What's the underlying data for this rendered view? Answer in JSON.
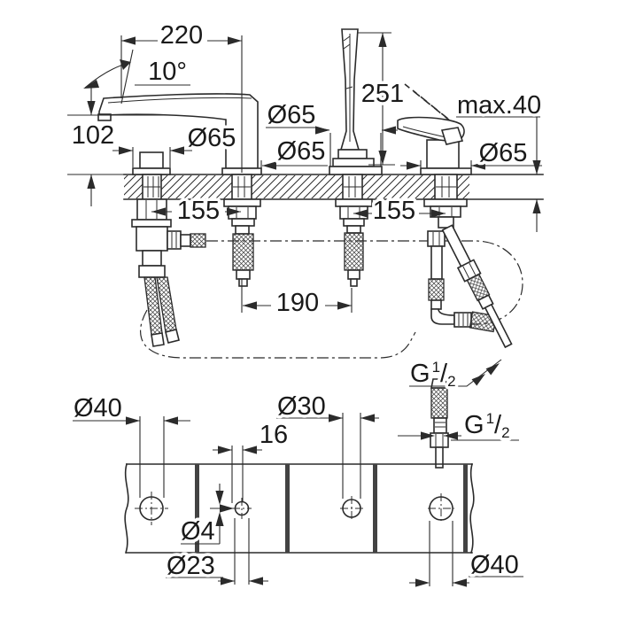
{
  "title": "Bath mixer installation dimension drawing",
  "colors": {
    "background": "#ffffff",
    "line": "#2b2b2b",
    "text": "#1a1a1a"
  },
  "elevation": {
    "spout_reach": "220",
    "spout_angle": "10°",
    "spout_height": "102",
    "handshower_height": "251",
    "deck_thickness": "max.40",
    "escutcheon_valve": "Ø65",
    "escutcheon_handshower": "Ø65",
    "escutcheon_spout": "Ø65",
    "escutcheon_mixer": "Ø65",
    "spacing_valve_spout": "155",
    "spacing_spout_handshower": "190",
    "spacing_handshower_mixer": "155"
  },
  "threads": {
    "prefix": "G",
    "numerator": "1",
    "slash": "/",
    "denominator": "2"
  },
  "plan": {
    "hole_left": "Ø40",
    "hole_small": "Ø23",
    "pilot": "Ø4",
    "hole_offset": "16",
    "hole_middle": "Ø30",
    "hole_right": "Ø40"
  }
}
